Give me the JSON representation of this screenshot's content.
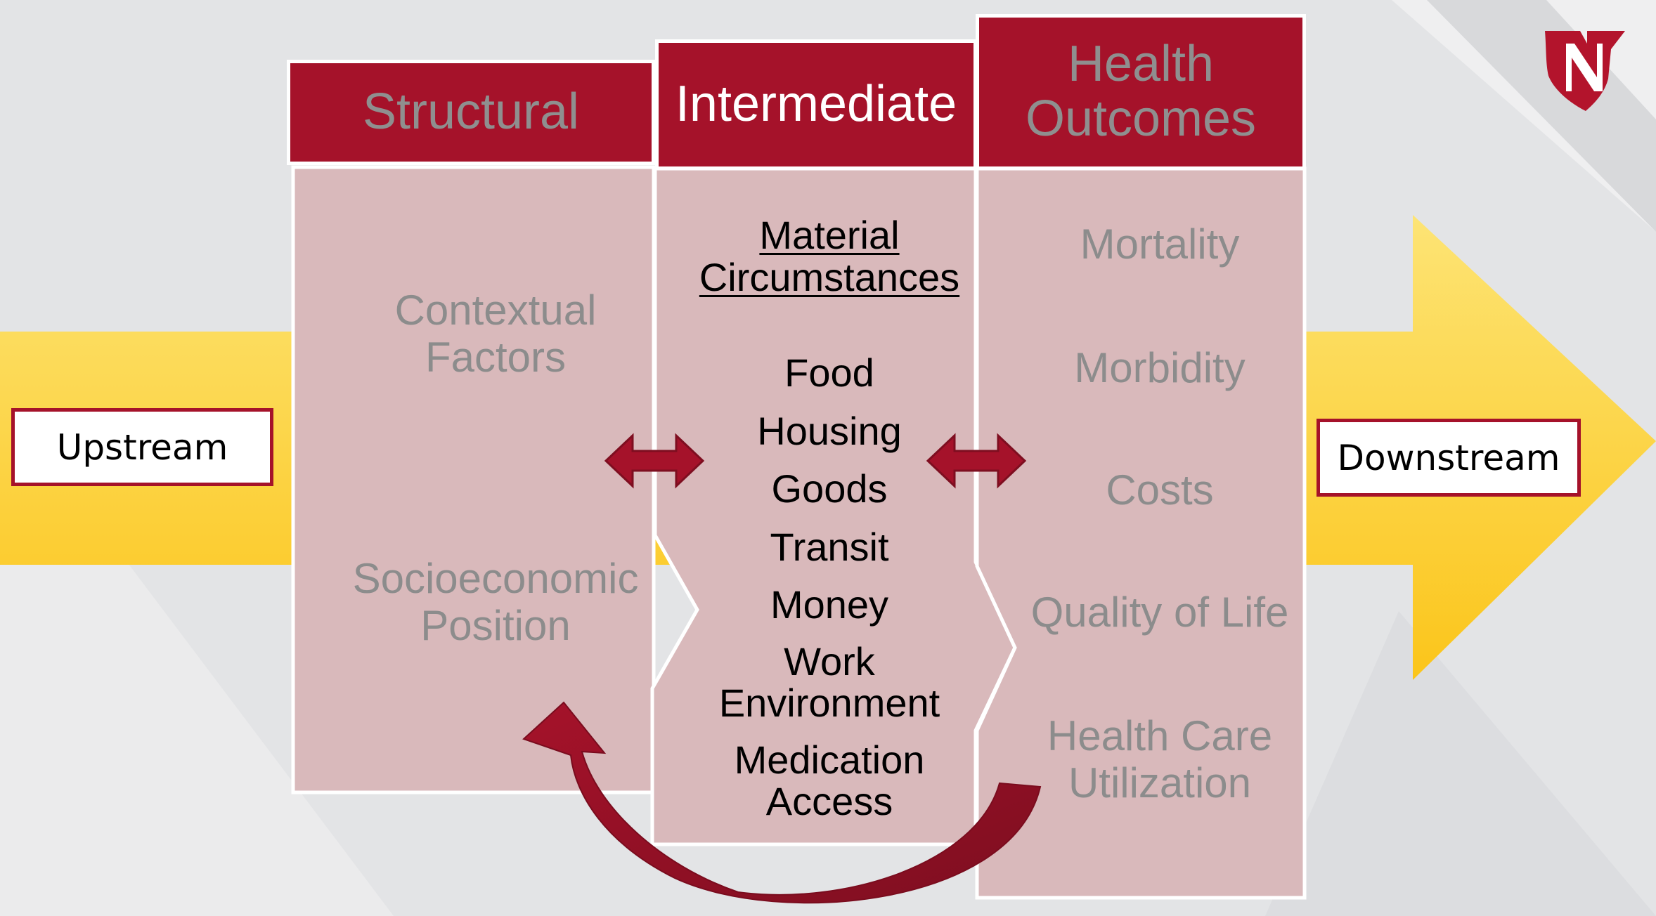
{
  "colors": {
    "brand_red": "#a5122a",
    "panel_pink": "#d9b9bb",
    "arrow_yellow": "#fdd44a",
    "dim_text": "#8c8c8c"
  },
  "upstream_label": "Upstream",
  "downstream_label": "Downstream",
  "logo_icon": "university-n-logo-icon",
  "columns": {
    "structural": {
      "header": "Structural",
      "items": [
        {
          "line1": "Contextual",
          "line2": "Factors"
        },
        {
          "line1": "Socioeconomic",
          "line2": "Position"
        }
      ]
    },
    "intermediate": {
      "header": "Intermediate",
      "section_title_line1": "Material",
      "section_title_line2": "Circumstances",
      "items": [
        "Food",
        "Housing",
        "Goods",
        "Transit",
        "Money"
      ],
      "work_line1": "Work",
      "work_line2": "Environment",
      "medication_line1": "Medication",
      "medication_line2": "Access"
    },
    "outcomes": {
      "header_line1": "Health",
      "header_line2": "Outcomes",
      "items": [
        "Mortality",
        "Morbidity",
        "Costs",
        "Quality of Life"
      ],
      "last_line1": "Health Care",
      "last_line2": "Utilization"
    }
  }
}
